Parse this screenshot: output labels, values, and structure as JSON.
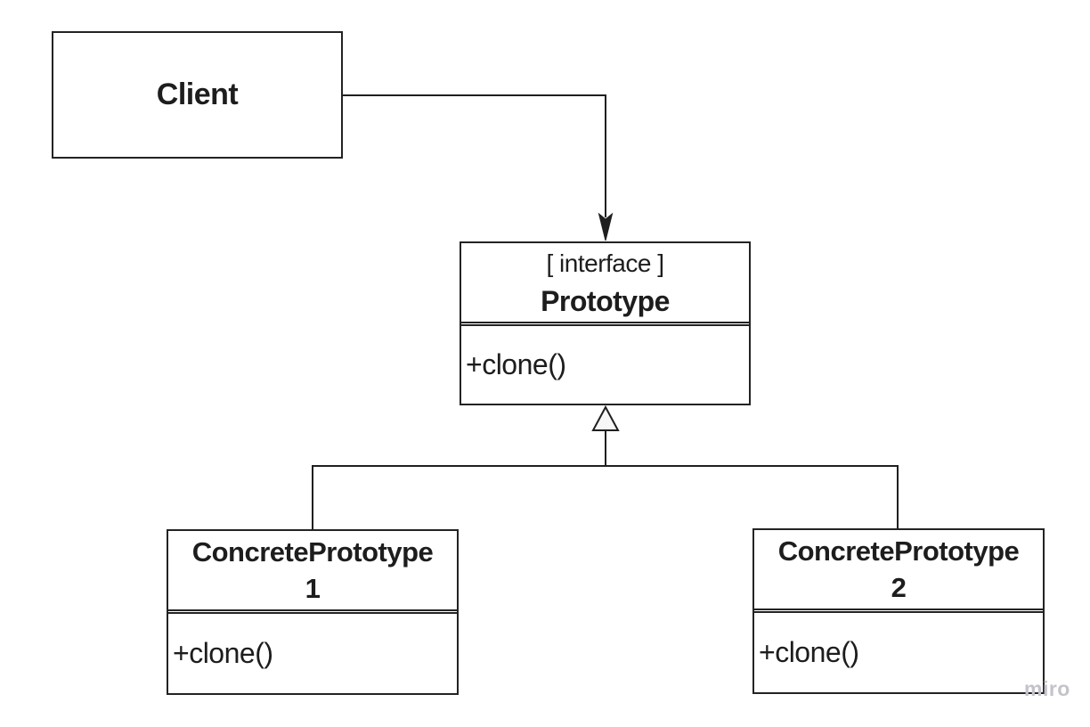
{
  "diagram": {
    "type": "uml-class-diagram",
    "classes": {
      "client": {
        "name": "Client"
      },
      "prototype": {
        "stereotype": "[ interface ]",
        "name": "Prototype",
        "methods": [
          "+clone()"
        ]
      },
      "concrete1": {
        "name_lines": [
          "ConcretePrototype",
          "1"
        ],
        "name": "ConcretePrototype 1",
        "methods": [
          "+clone()"
        ]
      },
      "concrete2": {
        "name_lines": [
          "ConcretePrototype",
          "2"
        ],
        "name": "ConcretePrototype 2",
        "methods": [
          "+clone()"
        ]
      }
    },
    "relationships": [
      {
        "from": "Client",
        "to": "Prototype",
        "type": "directed-association",
        "arrowhead": "filled"
      },
      {
        "from": "ConcretePrototype 1",
        "to": "Prototype",
        "type": "realization",
        "arrowhead": "hollow-triangle"
      },
      {
        "from": "ConcretePrototype 2",
        "to": "Prototype",
        "type": "realization",
        "arrowhead": "hollow-triangle"
      }
    ],
    "colors": {
      "line": "#1f1f1f",
      "border": "#232323",
      "text": "#1d1d1d",
      "background": "#ffffff",
      "triangle_fill": "#f7f7f7",
      "watermark": "#c3c3cb"
    }
  },
  "watermark": {
    "label": "miro"
  }
}
